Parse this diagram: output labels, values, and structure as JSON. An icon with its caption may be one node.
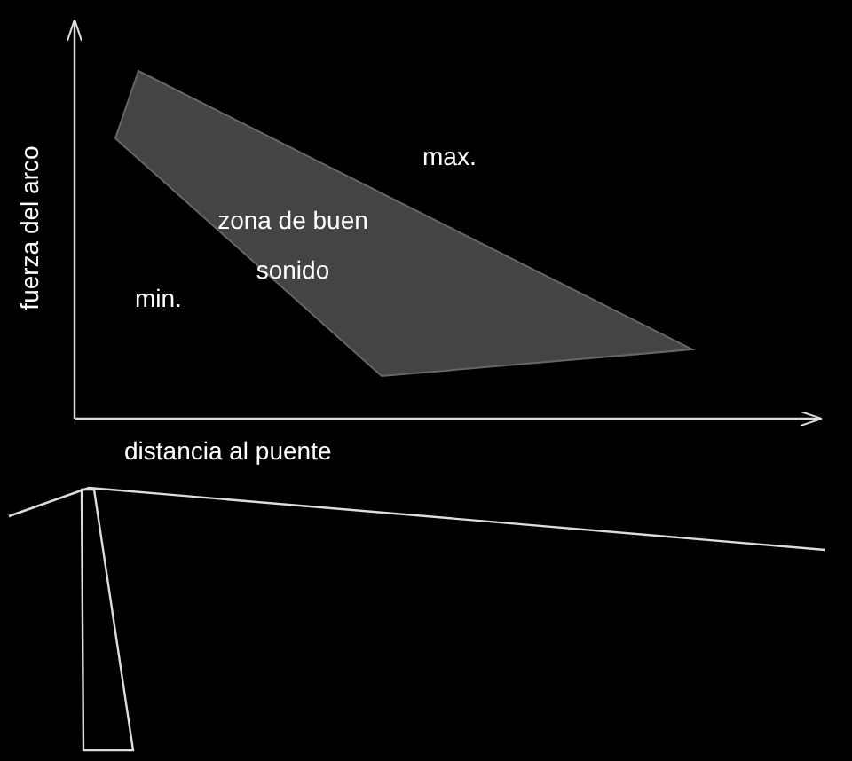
{
  "diagram": {
    "nodes": [
      {
        "text": [
          "zona de buen sonido"
        ]
      }
    ],
    "labels": [
      "fuerza del arco",
      "max.",
      "min.",
      "distancia al puente"
    ]
  }
}
